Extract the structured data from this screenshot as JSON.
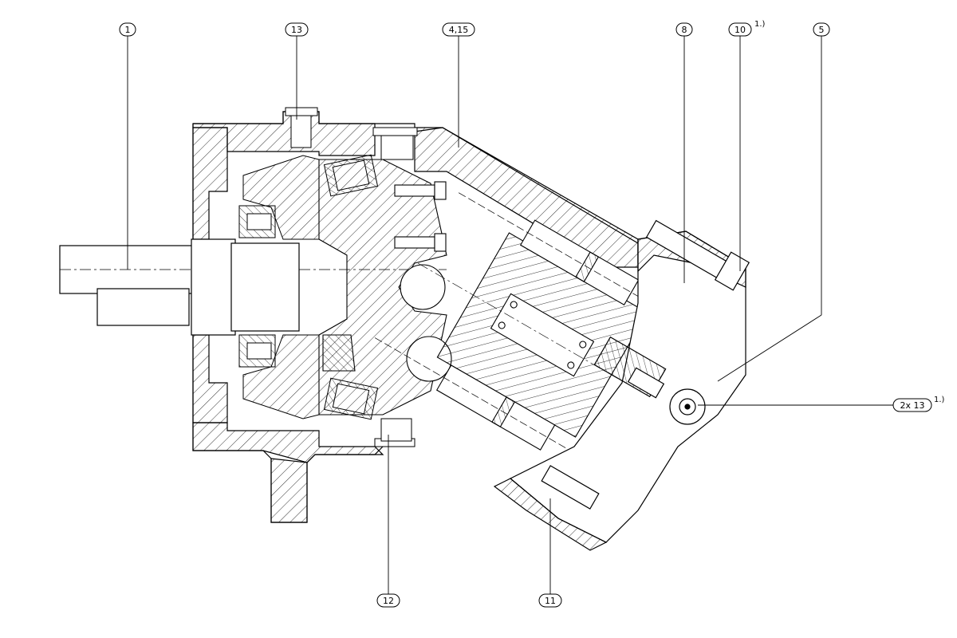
{
  "callouts": [
    {
      "id": "c1",
      "label": "1"
    },
    {
      "id": "c13",
      "label": "13"
    },
    {
      "id": "c415",
      "label": "4,15"
    },
    {
      "id": "c8",
      "label": "8"
    },
    {
      "id": "c10",
      "label": "10",
      "note": "1.)"
    },
    {
      "id": "c5",
      "label": "5"
    },
    {
      "id": "c2x13",
      "label": "2x 13",
      "note": "1.)"
    },
    {
      "id": "c12",
      "label": "12"
    },
    {
      "id": "c11",
      "label": "11"
    }
  ],
  "colors": {
    "line": "#000000",
    "background": "#ffffff"
  }
}
